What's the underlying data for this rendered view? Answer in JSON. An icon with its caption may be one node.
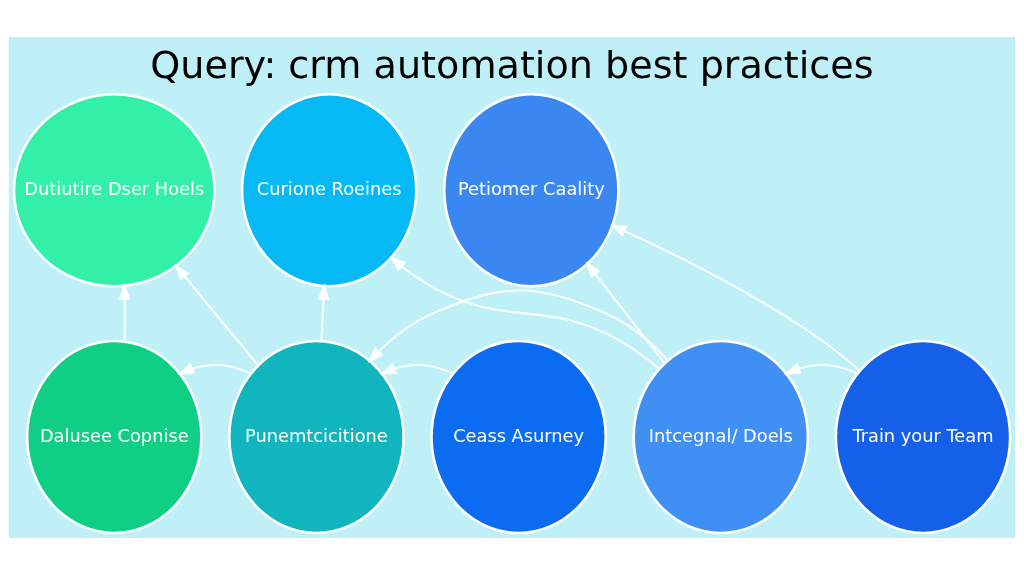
{
  "diagram": {
    "title": "Query: crm automation best practices",
    "nodes": [
      {
        "text": [
          "Dutiutire Dser Hoels"
        ]
      },
      {
        "text": [
          "Dalusee Copnise"
        ]
      },
      {
        "text": [
          "Punemtcicitione"
        ]
      },
      {
        "text": [
          "Curione Roeines"
        ]
      },
      {
        "text": [
          "Ceass Asurney"
        ]
      },
      {
        "text": [
          "Intcegnal/ Doels"
        ]
      },
      {
        "text": [
          "Petiomer Caality"
        ]
      },
      {
        "text": [
          "Train your Team"
        ]
      }
    ],
    "edges": [
      {
        "from": 1,
        "to": 0,
        "arrow": "to"
      },
      {
        "from": 2,
        "to": 0,
        "arrow": "to"
      },
      {
        "from": 2,
        "to": 1,
        "arrow": "to"
      },
      {
        "from": 4,
        "to": 2,
        "arrow": "to"
      },
      {
        "from": 2,
        "to": 3,
        "arrow": "to"
      },
      {
        "from": 5,
        "to": 3,
        "arrow": "to"
      },
      {
        "from": 5,
        "to": 2,
        "arrow": "to"
      },
      {
        "from": 5,
        "to": 6,
        "arrow": "to"
      },
      {
        "from": 7,
        "to": 6,
        "arrow": "to"
      },
      {
        "from": 7,
        "to": 5,
        "arrow": "to"
      }
    ]
  }
}
